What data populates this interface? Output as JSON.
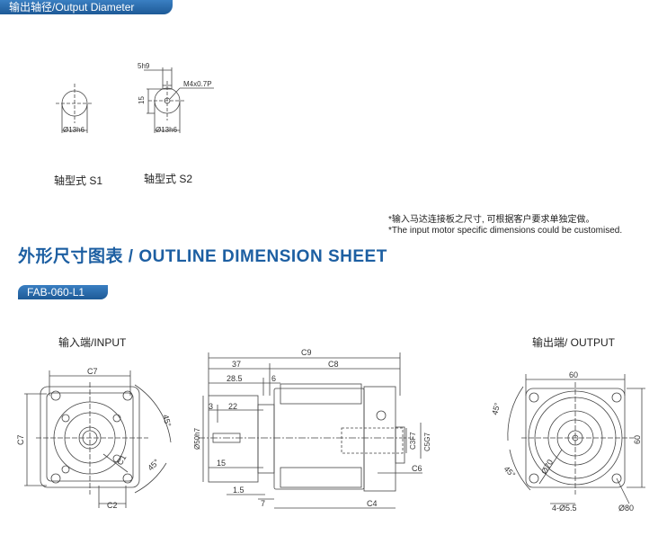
{
  "header": {
    "output_diameter_tag": "输出轴径/Output Diameter"
  },
  "shafts": {
    "s1": {
      "label": "轴型式  S1",
      "dia": "Ø13h6"
    },
    "s2": {
      "label": "轴型式  S2",
      "dia": "Ø13h6",
      "key_width": "5h9",
      "height": "15",
      "thread": "M4x0.7P"
    }
  },
  "notes": {
    "cn": "*输入马达连接板之尺寸, 可根据客户要求单独定做。",
    "en": "*The input motor specific dimensions could be customised."
  },
  "section": {
    "title": "外形尺寸图表 / OUTLINE DIMENSION SHEET",
    "model": "FAB-060-L1"
  },
  "views": {
    "input": {
      "label": "输入端/INPUT",
      "c7_top": "C7",
      "c7_side": "C7",
      "c1": "C1",
      "angle_a": "45°",
      "angle_b": "45°",
      "c2": "C2"
    },
    "side": {
      "c9": "C9",
      "d37": "37",
      "c8": "C8",
      "d28_5": "28.5",
      "d6": "6",
      "d3": "3",
      "d22": "22",
      "d50": "Ø50h7",
      "d15": "15",
      "d1_5": "1.5",
      "d7": "7",
      "c4": "C4",
      "c3": "C3F7",
      "c5": "C5G7",
      "c6": "C6"
    },
    "output": {
      "label": "输出端/ OUTPUT",
      "d60_top": "60",
      "d60_side": "60",
      "angle_a": "45°",
      "angle_b": "45°",
      "d70": "Ø70",
      "holes": "4-Ø5.5",
      "d80": "Ø80"
    }
  }
}
